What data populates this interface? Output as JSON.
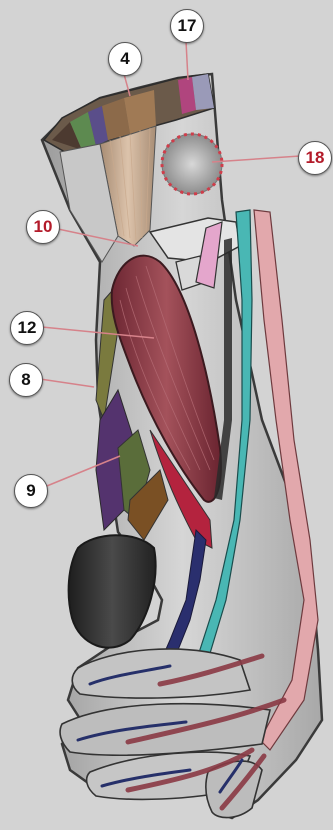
{
  "labels": {
    "l17": "17",
    "l4": "4",
    "l18": "18",
    "l10": "10",
    "l12": "12",
    "l8": "8",
    "l9": "9"
  },
  "colors": {
    "background": "#d3d3d3",
    "skin": "#bfbfbf",
    "muscle_red": "#8b3a45",
    "tendon_teal": "#49b7b4",
    "tendon_pink": "#e0a9ad",
    "vein_navy": "#1f2b6b",
    "highlight_red": "#b31b2a",
    "thumb_dark": "#2c2c2c"
  }
}
